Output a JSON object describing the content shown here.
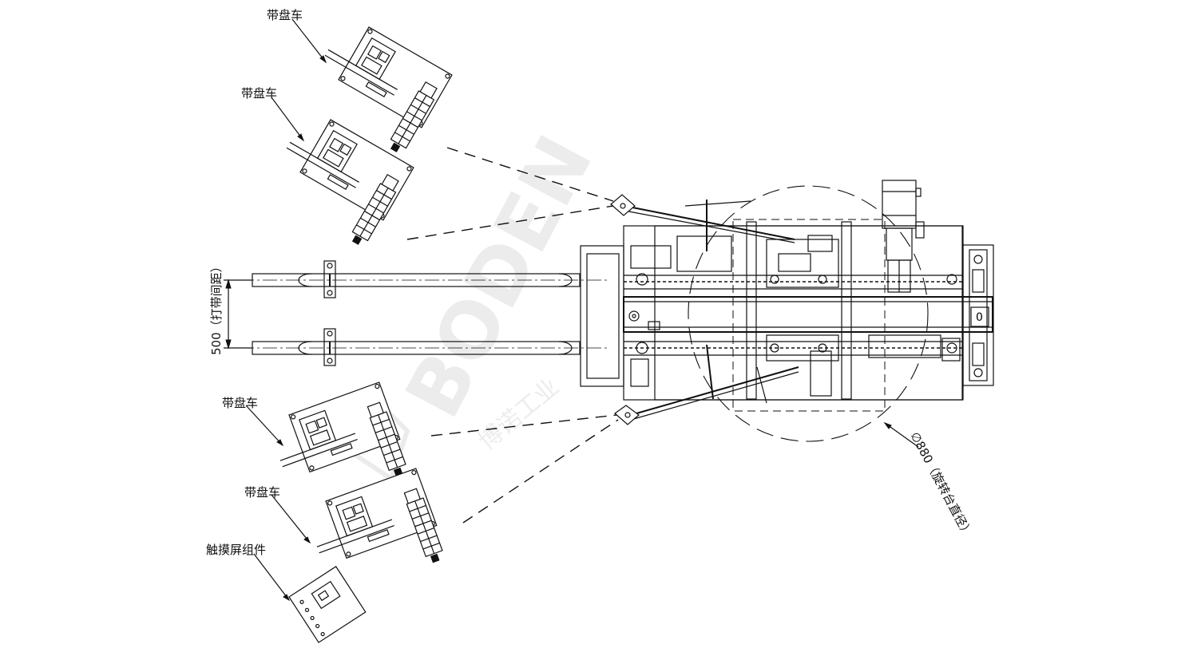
{
  "labels": {
    "cart_1": "带盘车",
    "cart_2": "带盘车",
    "cart_3": "带盘车",
    "cart_4": "带盘车",
    "touchscreen": "触摸屏组件",
    "strap_spacing": "500（打带间距）",
    "turntable_diameter": "∅880（旋转台直径）"
  },
  "watermark": {
    "brand": "BODEN",
    "company": "博诺工业"
  },
  "colors": {
    "line": "#111111",
    "background": "#ffffff"
  }
}
